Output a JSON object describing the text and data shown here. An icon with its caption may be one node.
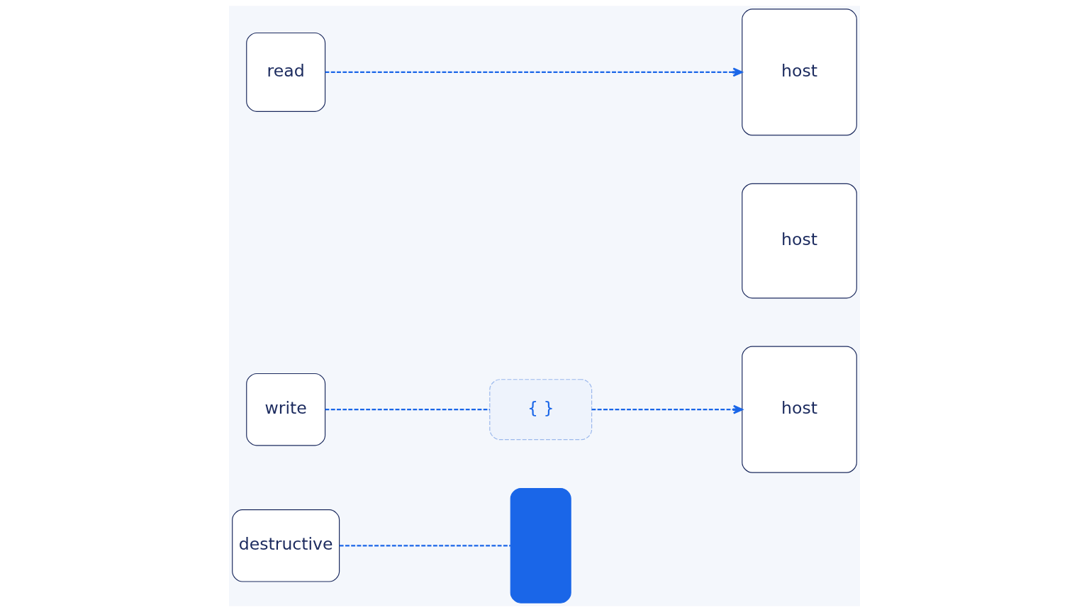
{
  "diagram": {
    "nodes": [
      {
        "text": [
          "read"
        ]
      },
      {
        "text": [
          "write"
        ]
      },
      {
        "text": [
          "destructive"
        ]
      },
      {
        "text": [
          "host"
        ]
      },
      {
        "text": [
          "host"
        ]
      },
      {
        "text": [
          "host"
        ]
      },
      {
        "text": [
          "{ }"
        ]
      },
      {
        "text": [],
        "shape": "box"
      }
    ],
    "edges": [
      {
        "from": 0,
        "to": 3,
        "arrow": "to",
        "style": "dashed"
      },
      {
        "from": 1,
        "to": 6,
        "arrow": "none",
        "style": "dashed"
      },
      {
        "from": 6,
        "to": 4,
        "arrow": "to",
        "style": "dashed"
      },
      {
        "from": 2,
        "to": 7,
        "arrow": "none",
        "style": "dashed"
      }
    ]
  }
}
